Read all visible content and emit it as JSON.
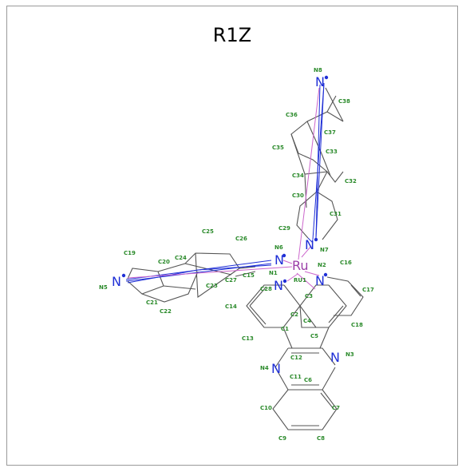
{
  "title": "R1Z",
  "colors": {
    "bond": "#555555",
    "nitrogen": "#1f2fd6",
    "ruthenium": "#9b3fa8",
    "label": "#2a8a2a",
    "n_to_ru": "#cc66cc"
  },
  "atoms": {
    "ru": "Ru",
    "n1": "N",
    "n2": "N",
    "n3": "N",
    "n4": "N",
    "n5": "N",
    "n6": "N",
    "n7": "N",
    "n8": "N"
  },
  "labels": {
    "RU1": "RU1",
    "N1": "N1",
    "N2": "N2",
    "N3": "N3",
    "N4": "N4",
    "N5": "N5",
    "N6": "N6",
    "N7": "N7",
    "N8": "N8",
    "C1": "C1",
    "C2": "C2",
    "C3": "C3",
    "C4": "C4",
    "C5": "C5",
    "C6": "C6",
    "C7": "C7",
    "C8": "C8",
    "C9": "C9",
    "C10": "C10",
    "C11": "C11",
    "C12": "C12",
    "C13": "C13",
    "C14": "C14",
    "C16": "C16",
    "C17": "C17",
    "C18": "C18",
    "C19": "C19",
    "C20": "C20",
    "C21": "C21",
    "C22": "C22",
    "C23": "C23",
    "C24": "C24",
    "C25": "C25",
    "C26": "C26",
    "C27": "C27",
    "C28": "C28",
    "C29": "C29",
    "C30": "C30",
    "C31": "C31",
    "C32": "C32",
    "C33": "C33",
    "C34": "C34",
    "C35": "C35",
    "C36": "C36",
    "C37": "C37",
    "C38": "C38",
    "C15": "C15"
  }
}
